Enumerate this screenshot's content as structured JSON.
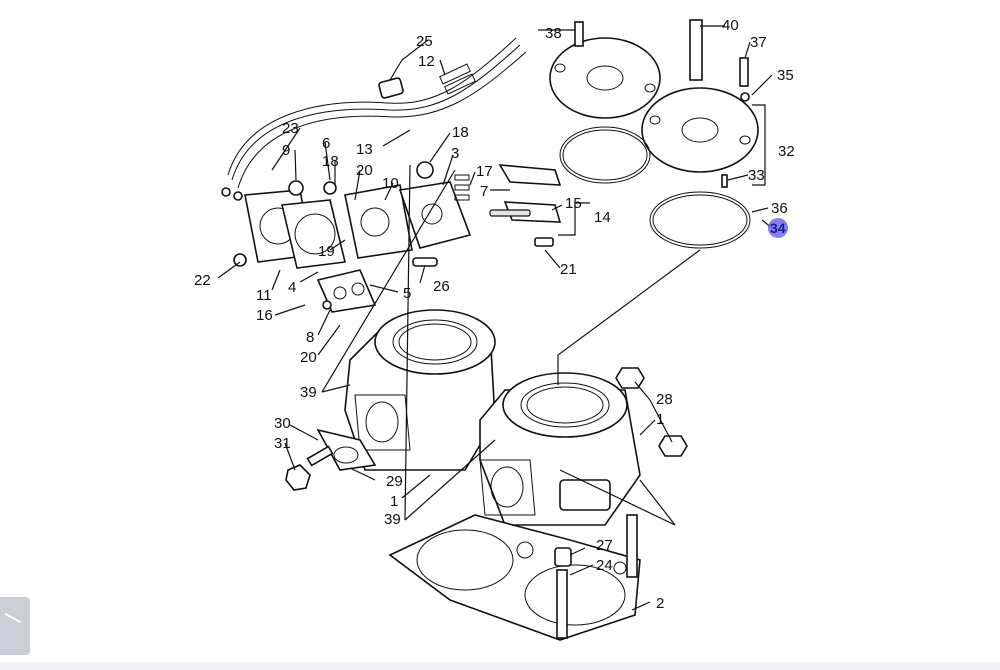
{
  "diagram": {
    "callouts": [
      "1",
      "1",
      "2",
      "3",
      "4",
      "5",
      "6",
      "7",
      "8",
      "9",
      "10",
      "11",
      "12",
      "13",
      "14",
      "15",
      "16",
      "17",
      "18",
      "18",
      "19",
      "20",
      "20",
      "21",
      "22",
      "23",
      "24",
      "25",
      "26",
      "27",
      "28",
      "29",
      "30",
      "31",
      "32",
      "33",
      "35",
      "36",
      "37",
      "38",
      "39",
      "39",
      "40"
    ],
    "highlighted_callout": "34",
    "highlight_color": "#6f6af2"
  }
}
